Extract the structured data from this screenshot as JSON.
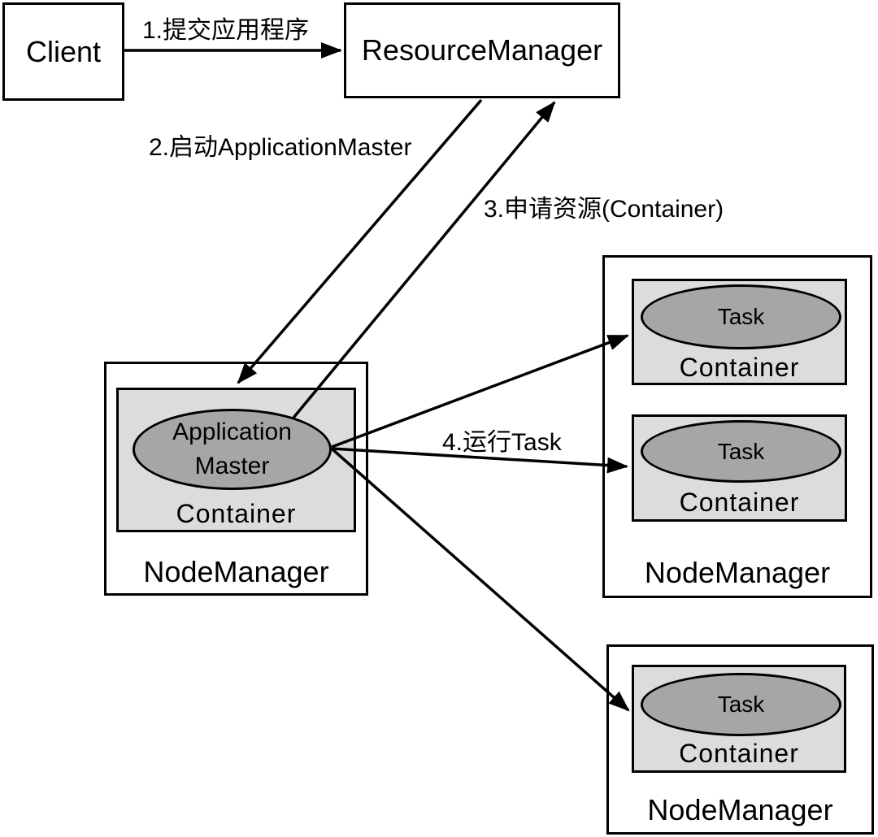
{
  "nodes": {
    "client": {
      "label": "Client"
    },
    "resource_manager": {
      "label": "ResourceManager"
    },
    "nm_left": {
      "label": "NodeManager",
      "container_label": "Container",
      "app_master_line1": "Application",
      "app_master_line2": "Master"
    },
    "nm_right_top": {
      "label": "NodeManager",
      "containers": [
        {
          "task_label": "Task",
          "container_label": "Container"
        },
        {
          "task_label": "Task",
          "container_label": "Container"
        }
      ]
    },
    "nm_right_bottom": {
      "label": "NodeManager",
      "containers": [
        {
          "task_label": "Task",
          "container_label": "Container"
        }
      ]
    }
  },
  "steps": [
    {
      "label": "1.提交应用程序"
    },
    {
      "label": "2.启动ApplicationMaster"
    },
    {
      "label": "3.申请资源(Container)"
    },
    {
      "label": "4.运行Task"
    }
  ],
  "colors": {
    "background": "#ffffff",
    "border": "#000000",
    "container_fill": "#dcdcdc",
    "ellipse_fill": "#a6a6a6"
  }
}
